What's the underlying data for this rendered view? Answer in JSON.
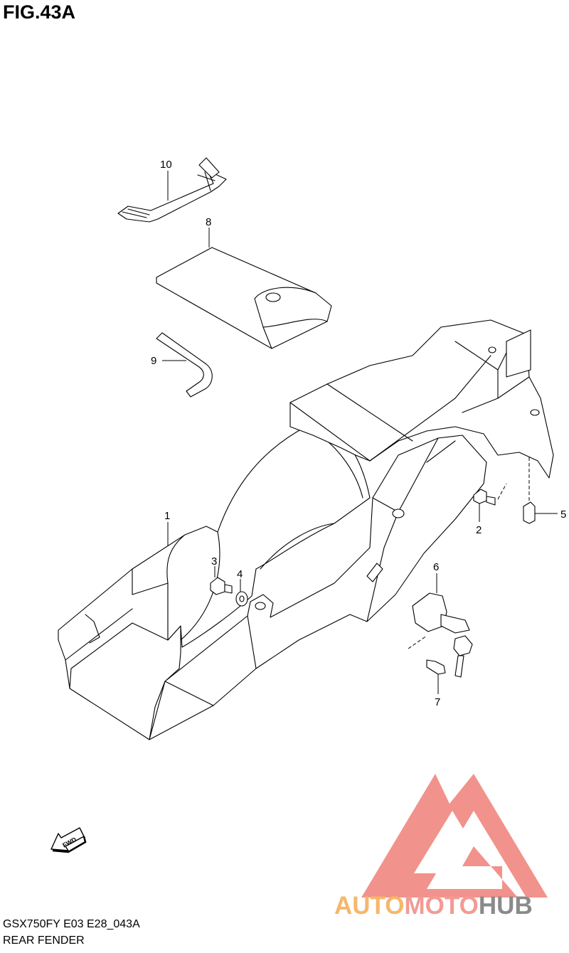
{
  "figure": {
    "title": "FIG.43A",
    "model_code": "GSX750FY E03 E28_043A",
    "caption": "REAR FENDER"
  },
  "callouts": [
    {
      "id": "1",
      "label": "1"
    },
    {
      "id": "2",
      "label": "2"
    },
    {
      "id": "3",
      "label": "3"
    },
    {
      "id": "4",
      "label": "4"
    },
    {
      "id": "5",
      "label": "5"
    },
    {
      "id": "6",
      "label": "6"
    },
    {
      "id": "7",
      "label": "7"
    },
    {
      "id": "8",
      "label": "8"
    },
    {
      "id": "9",
      "label": "9"
    },
    {
      "id": "10",
      "label": "10"
    }
  ],
  "direction_arrow": {
    "label": "FWD",
    "icon": "fwd-arrow-icon"
  },
  "watermark": {
    "part1": "AUTO",
    "part2": "MOTO",
    "part3": "HUB",
    "logo_color": "#f08078",
    "colors": {
      "auto": "#f6b76a",
      "moto": "#f39a94",
      "hub": "#8a8a8a"
    }
  }
}
